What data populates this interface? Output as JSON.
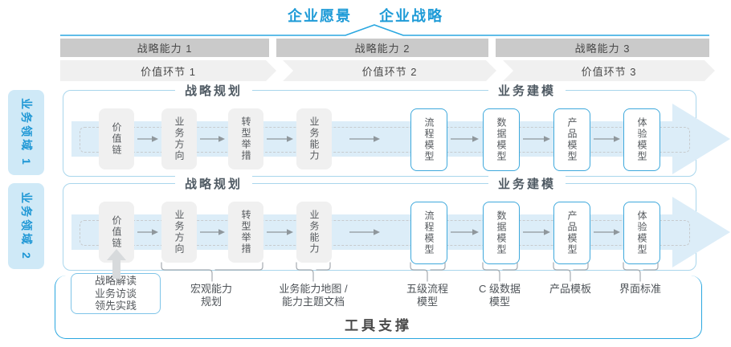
{
  "title": {
    "vision": "企业愿景",
    "strategy": "企业战略"
  },
  "strategic_capabilities": [
    {
      "label": "战略能力 1"
    },
    {
      "label": "战略能力 2"
    },
    {
      "label": "战略能力 3"
    }
  ],
  "value_chain_links": [
    {
      "label": "价值环节 1"
    },
    {
      "label": "价值环节 2"
    },
    {
      "label": "价值环节 3"
    }
  ],
  "business_domains": [
    {
      "label": "业务领域 1"
    },
    {
      "label": "业务领域 2"
    }
  ],
  "panel": {
    "strategy_planning": {
      "title": "战略规划",
      "boxes": [
        "价值链",
        "业务方向",
        "转型举措",
        "业务能力"
      ]
    },
    "business_modeling": {
      "title": "业务建模",
      "boxes": [
        "流程模型",
        "数据模型",
        "产品模型",
        "体验模型"
      ]
    }
  },
  "inputs_callout": {
    "line1": "战略解读",
    "line2": "业务访谈",
    "line3": "领先实践"
  },
  "deliverables": [
    {
      "line1": "宏观能力",
      "line2": "规划"
    },
    {
      "line1": "业务能力地图 /",
      "line2": "能力主题文档"
    },
    {
      "line1": "五级流程",
      "line2": "模型"
    },
    {
      "line1": "C 级数据",
      "line2": "模型"
    },
    {
      "line1": "产品模板",
      "line2": ""
    },
    {
      "line1": "界面标准",
      "line2": ""
    }
  ],
  "footer": {
    "title": "工具支撑"
  },
  "colors": {
    "accent_blue": "#1E9BD7",
    "line_blue": "#2AA7E0",
    "panel_border": "#A9D6EC",
    "box_border_blue": "#3FA9DC",
    "bar_gray": "#CACACA",
    "band_gray": "#F0F0F0",
    "big_arrow_fill": "#DCEDF8",
    "domain_fill": "#CFE9F7",
    "small_arrow": "#8F979C",
    "bracket_gray": "#A5ABB0"
  }
}
